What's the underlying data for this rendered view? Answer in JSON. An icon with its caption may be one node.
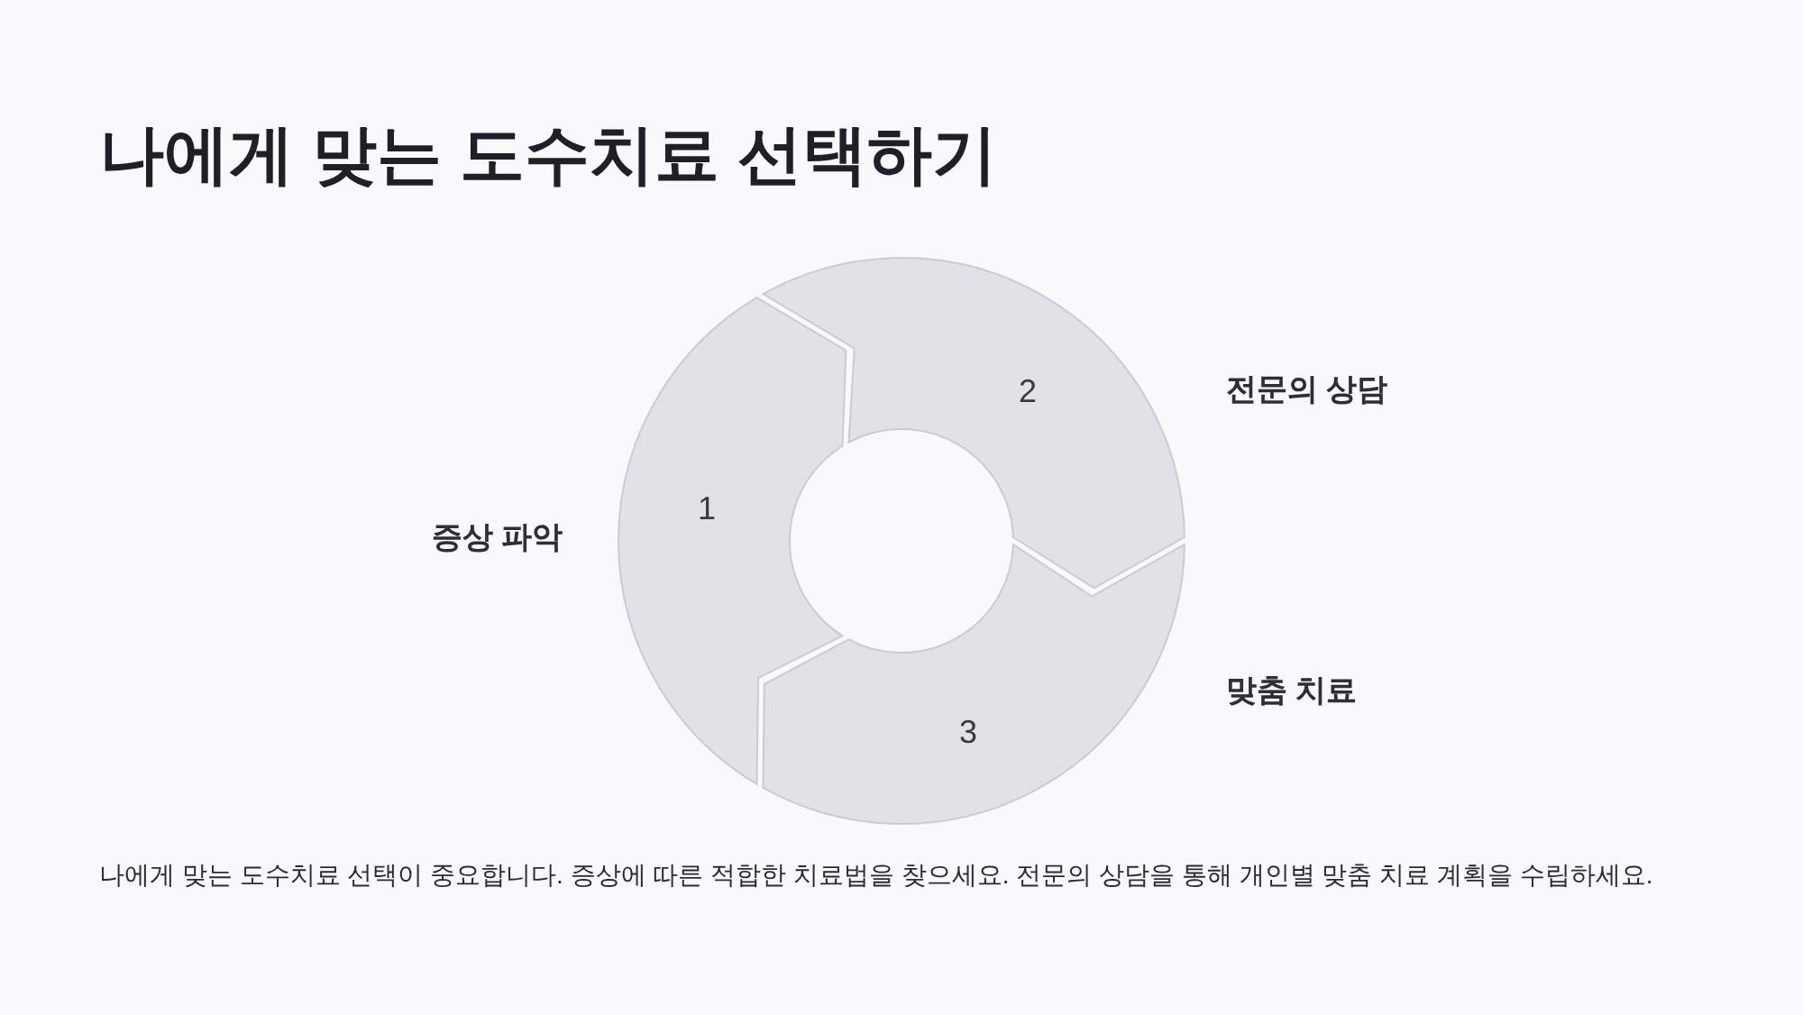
{
  "diagram": {
    "title": "나에게 맞는 도수치료 선택하기",
    "nodes": [
      {
        "text": [
          "1"
        ],
        "beside": [
          "증상 파악"
        ]
      },
      {
        "text": [
          "2"
        ],
        "beside": [
          "전문의 상담"
        ]
      },
      {
        "text": [
          "3"
        ],
        "beside": [
          "맞춤 치료"
        ]
      }
    ],
    "caption": "나에게 맞는 도수치료 선택이 중요합니다. 증상에 따른 적합한 치료법을 찾으세요. 전문의 상담을 통해 개인별 맞춤 치료 계획을 수립하세요."
  }
}
